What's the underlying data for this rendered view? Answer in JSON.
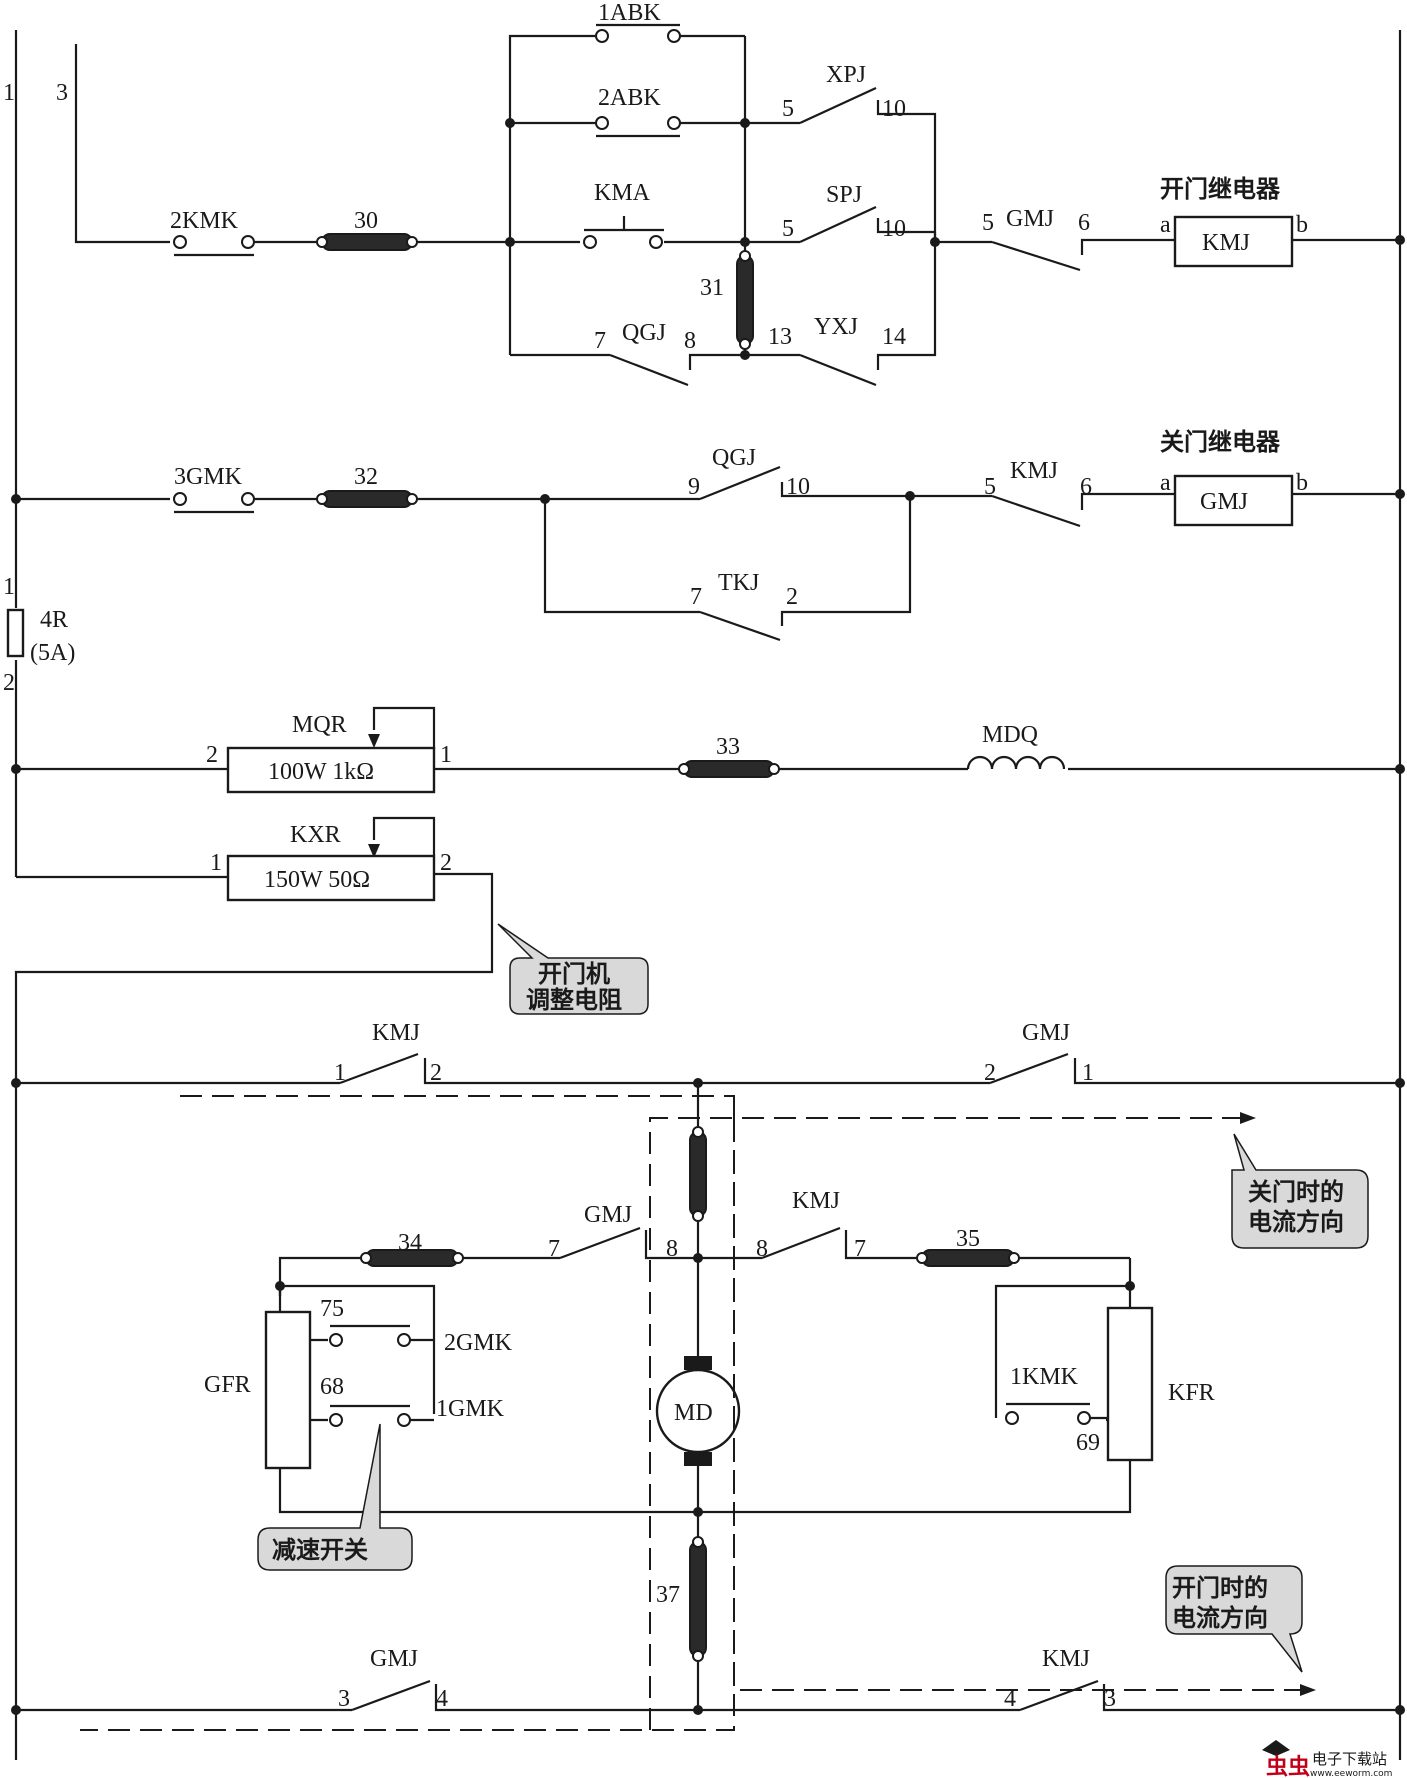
{
  "colors": {
    "line": "#1a1a1a",
    "fuse": "#2a2a2a",
    "bubble": "#d9d9d9",
    "background": "#ffffff"
  },
  "labels": {
    "1abk": "1ABK",
    "2abk": "2ABK",
    "kma": "KMA",
    "2kmk": "2KMK",
    "n30": "30",
    "n31": "31",
    "xpj": "XPJ",
    "spj": "SPJ",
    "yxj": "YXJ",
    "qgj1": "QGJ",
    "gmj1": "GMJ",
    "open_relay_title": "开门继电器",
    "kmj_coil": "KMJ",
    "close_relay_title": "关门继电器",
    "gmj_coil": "GMJ",
    "3gmk": "3GMK",
    "n32": "32",
    "qgj2": "QGJ",
    "tkj": "TKJ",
    "kmj1": "KMJ",
    "r4": "4R",
    "r4_rating": "(5A)",
    "mqr": "MQR",
    "mqr_rating": "100W 1kΩ",
    "n33": "33",
    "mdq": "MDQ",
    "kxr": "KXR",
    "kxr_rating": "150W 50Ω",
    "kmj2": "KMJ",
    "gmj2": "GMJ",
    "gmj3": "GMJ",
    "kmj3": "KMJ",
    "n34": "34",
    "n35": "35",
    "gfr": "GFR",
    "kfr": "KFR",
    "2gmk": "2GMK",
    "1gmk": "1GMK",
    "1kmk": "1KMK",
    "md": "MD",
    "n37": "37",
    "gmj4": "GMJ",
    "kmj4": "KMJ",
    "n75": "75",
    "n68": "68",
    "n69": "69"
  },
  "pins": {
    "p1": "1",
    "p3": "3",
    "p5a": "5",
    "p10a": "10",
    "p5b": "5",
    "p10b": "10",
    "p7a": "7",
    "p8a": "8",
    "p13": "13",
    "p14": "14",
    "p5c": "5",
    "p6a": "6",
    "pa1": "a",
    "pb1": "b",
    "p9": "9",
    "p10c": "10",
    "p5d": "5",
    "p6b": "6",
    "pa2": "a",
    "pb2": "b",
    "p7b": "7",
    "p2a": "2",
    "f1": "1",
    "f2": "2",
    "m2": "2",
    "m1": "1",
    "k1": "1",
    "k2": "2",
    "c1": "1",
    "c2": "2",
    "c3": "2",
    "c4": "1",
    "c5": "7",
    "c6": "8",
    "c7": "8",
    "c8": "7",
    "c9": "3",
    "c10": "4",
    "c11": "4",
    "c12": "3"
  },
  "callouts": {
    "adjust_resistor": [
      "开门机",
      "调整电阻"
    ],
    "close_current": [
      "关门时的",
      "电流方向"
    ],
    "slow_switch": "减速开关",
    "open_current": [
      "开门时的",
      "电流方向"
    ]
  },
  "watermark": {
    "logo": "虫虫",
    "name": "电子下载站",
    "url": "www.eeworm.com"
  }
}
